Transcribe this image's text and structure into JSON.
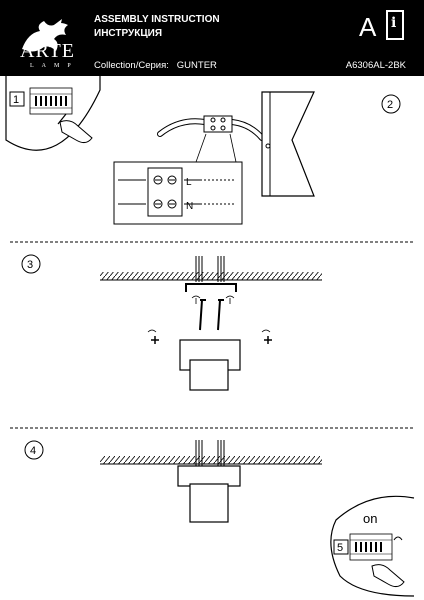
{
  "header": {
    "brand": "ARTE",
    "brand_sub": "LAMP",
    "title_en": "ASSEMBLY INSTRUCTION",
    "title_ru": "ИНСТРУКЦИЯ",
    "collection_label": "Collection/Серия:",
    "collection_name": "GUNTER",
    "article": "A6306AL-2BK",
    "size_letter": "A",
    "info_symbol": "i"
  },
  "steps": {
    "s1": "1",
    "s2": "2",
    "s3": "3",
    "s4": "4",
    "s5": "5"
  },
  "labels": {
    "live": "L",
    "neutral": "N",
    "on": "on"
  }
}
